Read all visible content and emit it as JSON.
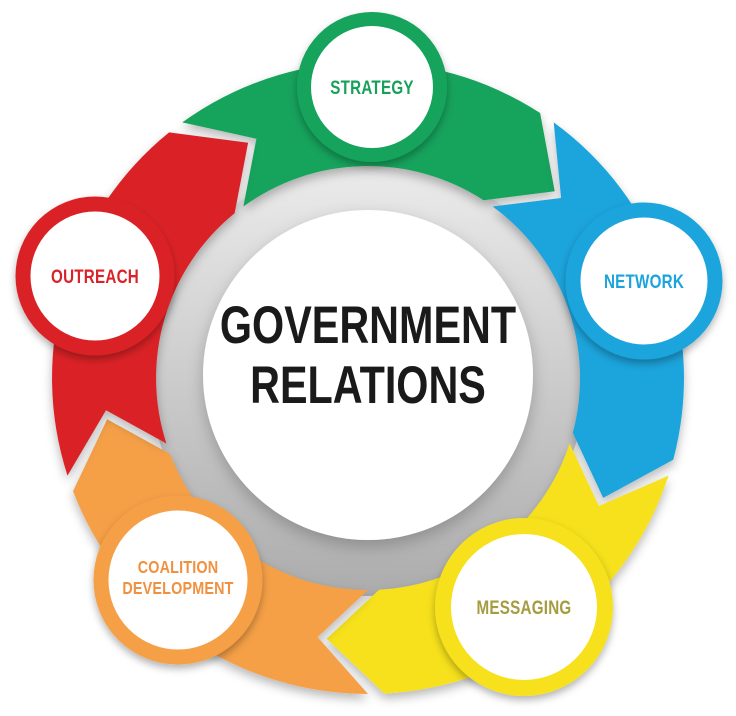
{
  "title": {
    "line1": "GOVERNMENT",
    "line2": "RELATIONS",
    "color": "#1A1A1A"
  },
  "nodes": [
    {
      "id": "strategy",
      "label": "STRATEGY",
      "color": "#15A35C",
      "text_color": "#17A15B"
    },
    {
      "id": "network",
      "label": "NETWORK",
      "color": "#1BA4DC",
      "text_color": "#1BA4DC"
    },
    {
      "id": "messaging",
      "label": "MESSAGING",
      "color": "#F6E11C",
      "text_color": "#A59B3F"
    },
    {
      "id": "coalition",
      "label_line1": "COALITION",
      "label_line2": "DEVELOPMENT",
      "color": "#F5A047",
      "text_color": "#F09140"
    },
    {
      "id": "outreach",
      "label": "OUTREACH",
      "color": "#DA2328",
      "text_color": "#DA2328"
    }
  ],
  "background": {
    "page": "#FFFFFF",
    "disc_top": "#ECECEC",
    "disc_bottom": "#ACACAC"
  },
  "flow": {
    "direction": "clockwise",
    "sequence": "OUTREACH → STRATEGY → NETWORK → MESSAGING → COALITION DEVELOPMENT → OUTREACH"
  }
}
